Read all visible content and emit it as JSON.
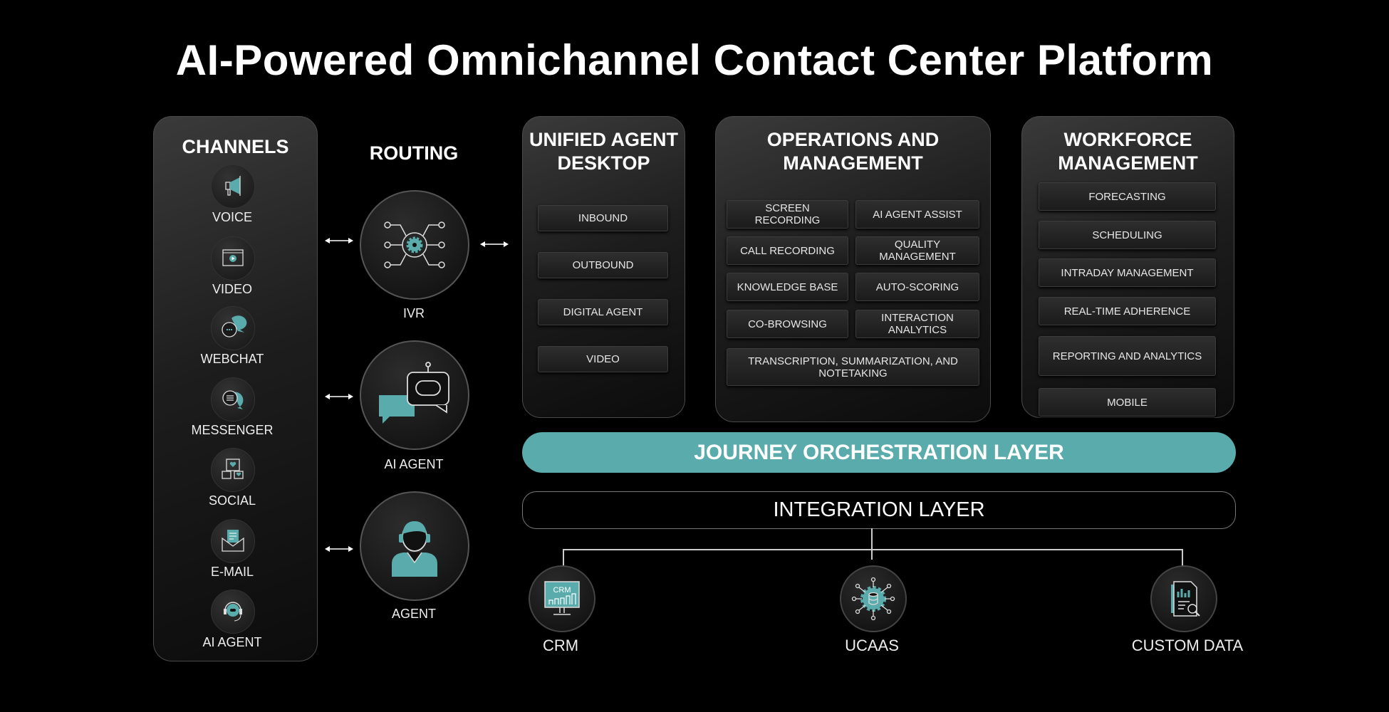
{
  "title": "AI-Powered Omnichannel Contact Center Platform",
  "colors": {
    "accent": "#5aabab",
    "background": "#000000"
  },
  "channels": {
    "title": "CHANNELS",
    "items": [
      {
        "label": "VOICE",
        "icon": "megaphone-icon"
      },
      {
        "label": "VIDEO",
        "icon": "video-icon"
      },
      {
        "label": "WEBCHAT",
        "icon": "chat-bubbles-icon"
      },
      {
        "label": "MESSENGER",
        "icon": "messenger-icon"
      },
      {
        "label": "SOCIAL",
        "icon": "social-icon"
      },
      {
        "label": "E-MAIL",
        "icon": "email-icon"
      },
      {
        "label": "AI AGENT",
        "icon": "ai-headset-icon"
      }
    ]
  },
  "routing": {
    "title": "ROUTING",
    "items": [
      {
        "label": "IVR",
        "icon": "gear-network-icon"
      },
      {
        "label": "AI AGENT",
        "icon": "robot-chat-icon"
      },
      {
        "label": "AGENT",
        "icon": "agent-icon"
      }
    ]
  },
  "unified": {
    "title_line1": "UNIFIED AGENT",
    "title_line2": "DESKTOP",
    "items": [
      "INBOUND",
      "OUTBOUND",
      "DIGITAL AGENT",
      "VIDEO"
    ]
  },
  "operations": {
    "title_line1": "OPERATIONS AND",
    "title_line2": "MANAGEMENT",
    "items": [
      "SCREEN RECORDING",
      "AI AGENT ASSIST",
      "CALL RECORDING",
      "QUALITY MANAGEMENT",
      "KNOWLEDGE BASE",
      "AUTO-SCORING",
      "CO-BROWSING",
      "INTERACTION ANALYTICS"
    ],
    "wide_item": "TRANSCRIPTION, SUMMARIZATION, AND NOTETAKING"
  },
  "workforce": {
    "title_line1": "WORKFORCE",
    "title_line2": "MANAGEMENT",
    "items": [
      "FORECASTING",
      "SCHEDULING",
      "INTRADAY MANAGEMENT",
      "REAL-TIME ADHERENCE",
      "REPORTING AND ANALYTICS",
      "MOBILE"
    ]
  },
  "journey_layer": "JOURNEY ORCHESTRATION LAYER",
  "integration_layer": "INTEGRATION LAYER",
  "integrations": [
    {
      "label": "CRM",
      "icon_text": "CRM"
    },
    {
      "label": "UCAAS"
    },
    {
      "label": "CUSTOM DATA"
    }
  ]
}
